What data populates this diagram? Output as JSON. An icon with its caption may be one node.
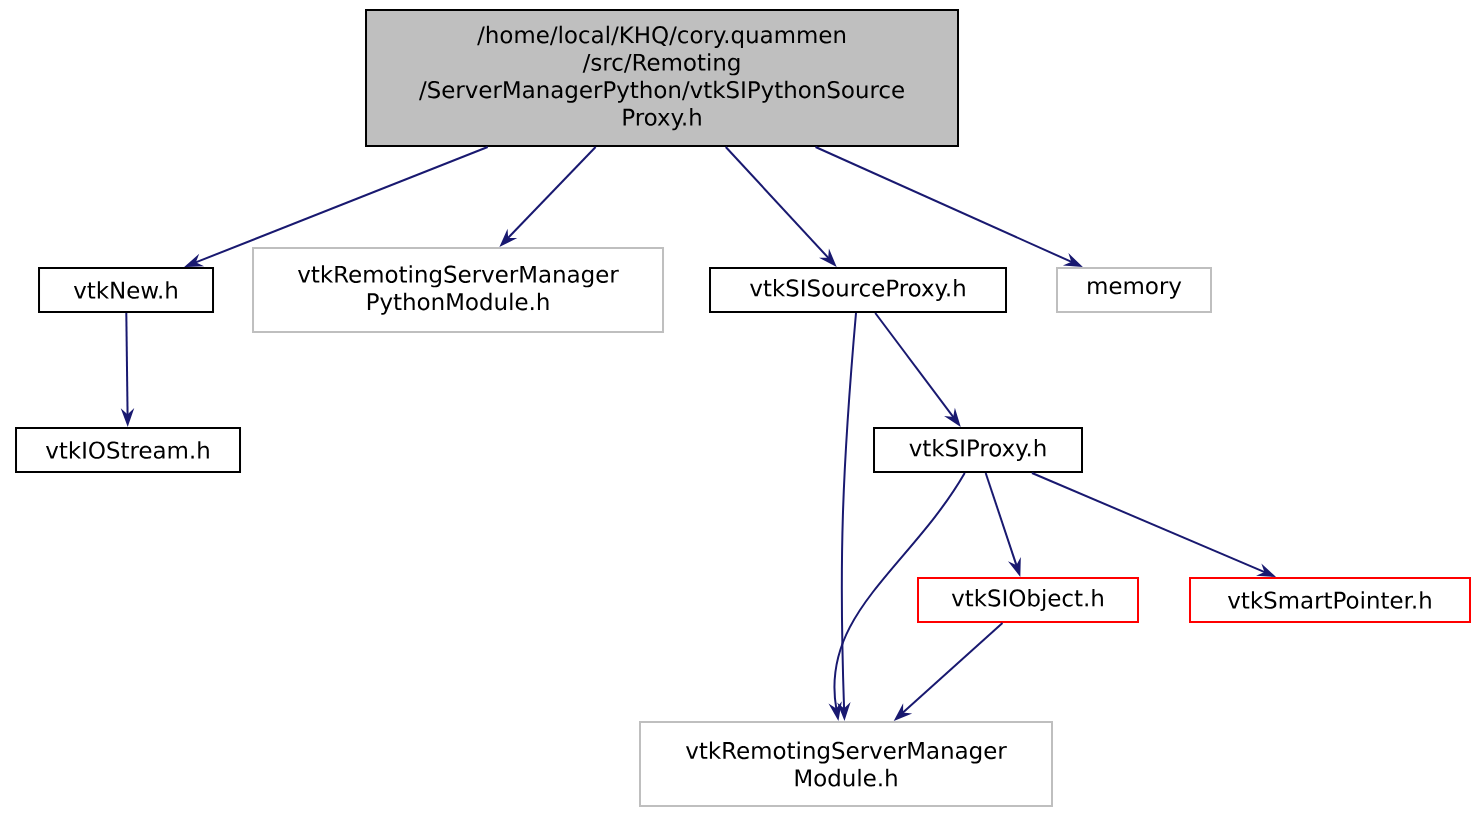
{
  "diagram": {
    "nodes": [
      {
        "text": [
          "/home/local/KHQ/cory.quammen /src/Remoting /ServerManagerPython/vtkSIPythonSource Proxy.h"
        ]
      },
      {
        "text": [
          "vtkNew.h"
        ]
      },
      {
        "text": [
          "vtkRemotingServerManager PythonModule.h"
        ]
      },
      {
        "text": [
          "vtkSISourceProxy.h"
        ]
      },
      {
        "text": [
          "memory"
        ]
      },
      {
        "text": [
          "vtkIOStream.h"
        ]
      },
      {
        "text": [
          "vtkSIProxy.h"
        ]
      },
      {
        "text": [
          "vtkSIObject.h"
        ]
      },
      {
        "text": [
          "vtkSmartPointer.h"
        ]
      },
      {
        "text": [
          "vtkRemotingServerManager Module.h"
        ]
      }
    ],
    "edges": [
      {
        "from": 0,
        "to": 1,
        "arrow": "to"
      },
      {
        "from": 0,
        "to": 2,
        "arrow": "to"
      },
      {
        "from": 0,
        "to": 3,
        "arrow": "to"
      },
      {
        "from": 0,
        "to": 4,
        "arrow": "to"
      },
      {
        "from": 1,
        "to": 5,
        "arrow": "to"
      },
      {
        "from": 3,
        "to": 6,
        "arrow": "to"
      },
      {
        "from": 3,
        "to": 9,
        "arrow": "to"
      },
      {
        "from": 6,
        "to": 9,
        "arrow": "to"
      },
      {
        "from": 6,
        "to": 7,
        "arrow": "to"
      },
      {
        "from": 6,
        "to": 8,
        "arrow": "to"
      },
      {
        "from": 7,
        "to": 9,
        "arrow": "to"
      }
    ]
  }
}
